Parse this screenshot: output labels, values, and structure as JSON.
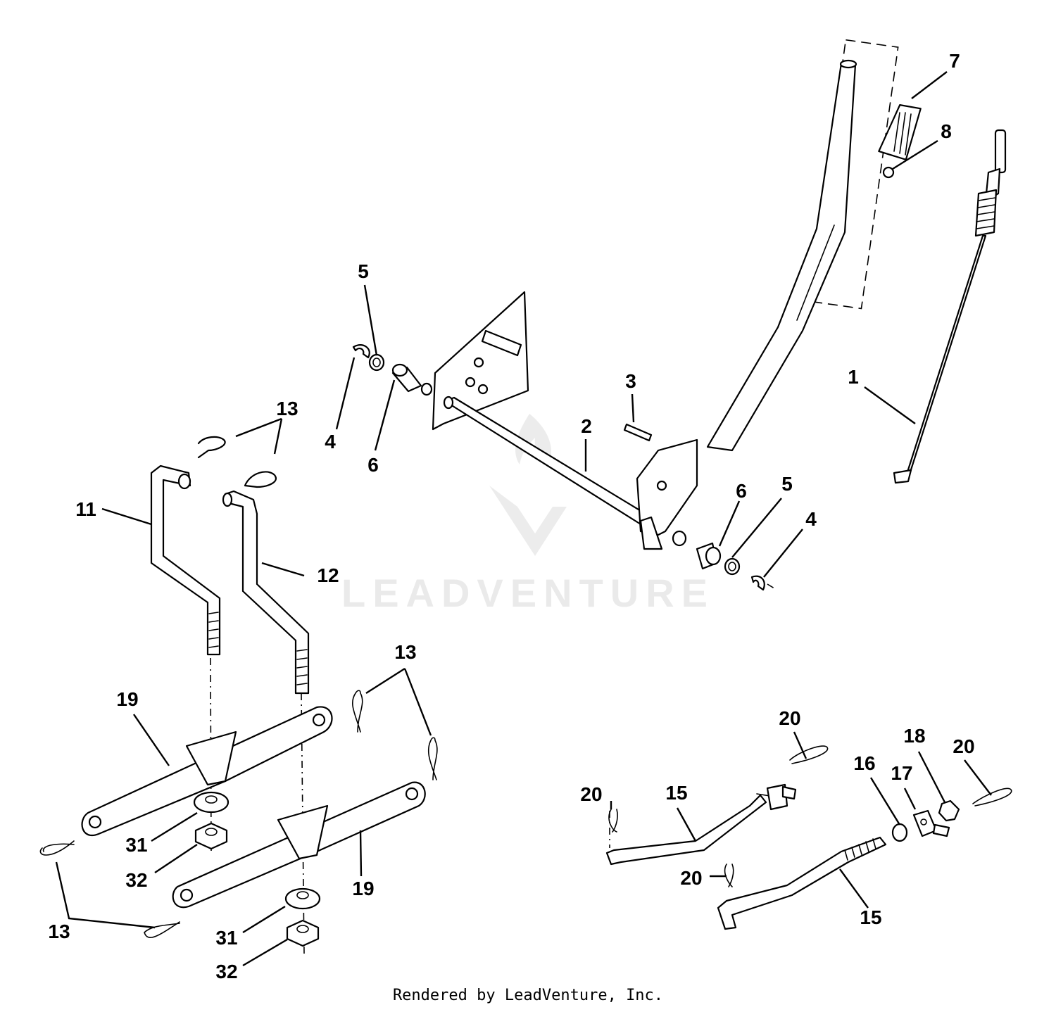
{
  "watermark": {
    "text": "LEADVENTURE"
  },
  "footer": {
    "text": "Rendered by LeadVenture, Inc."
  },
  "callouts": [
    {
      "label": "7"
    },
    {
      "label": "8"
    },
    {
      "label": "5"
    },
    {
      "label": "3"
    },
    {
      "label": "1"
    },
    {
      "label": "13"
    },
    {
      "label": "4"
    },
    {
      "label": "2"
    },
    {
      "label": "6"
    },
    {
      "label": "11"
    },
    {
      "label": "6"
    },
    {
      "label": "5"
    },
    {
      "label": "4"
    },
    {
      "label": "12"
    },
    {
      "label": "13"
    },
    {
      "label": "19"
    },
    {
      "label": "20"
    },
    {
      "label": "18"
    },
    {
      "label": "20"
    },
    {
      "label": "16"
    },
    {
      "label": "17"
    },
    {
      "label": "20"
    },
    {
      "label": "15"
    },
    {
      "label": "31"
    },
    {
      "label": "32"
    },
    {
      "label": "19"
    },
    {
      "label": "20"
    },
    {
      "label": "15"
    },
    {
      "label": "13"
    },
    {
      "label": "31"
    },
    {
      "label": "32"
    }
  ]
}
